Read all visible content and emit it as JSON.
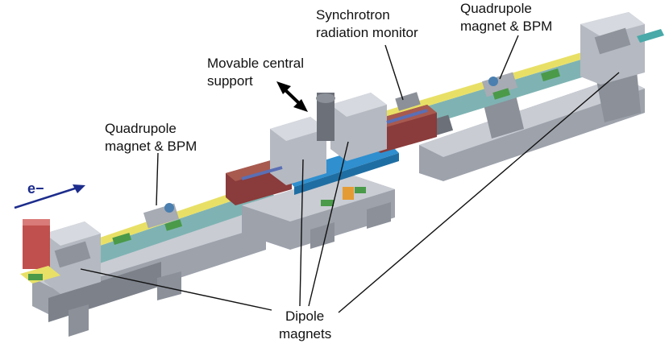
{
  "colors": {
    "girder_top": "#c9ccd3",
    "girder_side": "#9da2ab",
    "girder_dark": "#7c818a",
    "beam_yellow": "#e8e066",
    "beam_teal": "#7fb3b3",
    "cradle_blue": "#2f8fcf",
    "electron_arrow": "#1c2c8c",
    "dipole_red": "#8a3b3b",
    "brick_red": "#c0504d",
    "pcb_green": "#4a9a4a"
  },
  "labels": {
    "synchrotron_line1": "Synchrotron",
    "synchrotron_line2": "radiation monitor",
    "quad_right_line1": "Quadrupole",
    "quad_right_line2": "magnet & BPM",
    "movable_line1": "Movable central",
    "movable_line2": "support",
    "quad_left_line1": "Quadrupole",
    "quad_left_line2": "magnet & BPM",
    "electron": "e−",
    "dipole_line1": "Dipole",
    "dipole_line2": "magnets"
  }
}
